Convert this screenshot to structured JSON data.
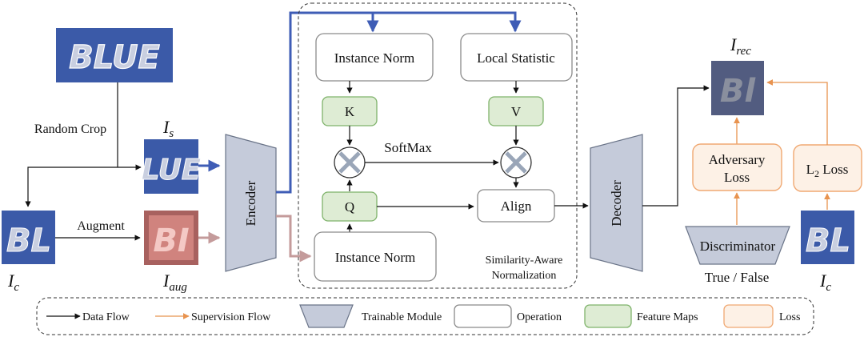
{
  "labels": {
    "random_crop": "Random Crop",
    "augment": "Augment",
    "softmax": "SoftMax",
    "true_false": "True / False"
  },
  "image_tiles": {
    "blue_source": "BLUE",
    "blue_crop": "LUE",
    "content": "BL",
    "augmented": "BI",
    "reconstructed": "Bl",
    "content_target": "BL"
  },
  "symbols": {
    "I_s": {
      "base": "I",
      "sub": "s"
    },
    "I_c": {
      "base": "I",
      "sub": "c"
    },
    "I_aug": {
      "base": "I",
      "sub": "aug"
    },
    "I_rec": {
      "base": "I",
      "sub": "rec"
    },
    "I_c_target": {
      "base": "I",
      "sub": "c"
    }
  },
  "modules": {
    "encoder": "Encoder",
    "decoder": "Decoder",
    "discriminator": "Discriminator"
  },
  "operations": {
    "instance_norm_top": "Instance Norm",
    "local_statistic": "Local Statistic",
    "instance_norm_bottom": "Instance Norm",
    "align": "Align"
  },
  "feature_maps": {
    "k": "K",
    "v": "V",
    "q": "Q"
  },
  "losses": {
    "adversary": [
      "Adversary",
      "Loss"
    ],
    "l2": {
      "base": "L",
      "sub": "2",
      "rest": " Loss"
    }
  },
  "sa_norm_label": [
    "Similarity-Aware",
    "Normalization"
  ],
  "legend": {
    "data_flow": "Data Flow",
    "supervision_flow": "Supervision Flow",
    "trainable_module": "Trainable Module",
    "operation": "Operation",
    "feature_maps": "Feature Maps",
    "loss": "Loss"
  },
  "colors": {
    "data_flow": "#111111",
    "style_flow": "#3f5db6",
    "augment_flow": "#c49b9b",
    "supervision_flow": "#e8934f",
    "trainable_fill": "#c5cbda",
    "trainable_stroke": "#6a7488",
    "feature_fill": "#deecd4",
    "feature_stroke": "#7fb36b",
    "loss_fill": "#fdf1e6",
    "loss_stroke": "#f0a872",
    "op_stroke": "#8a8a8a",
    "tile_blue": "#3b5aa8",
    "tile_pink": "#d98c86",
    "tile_rec": "#525c80"
  }
}
